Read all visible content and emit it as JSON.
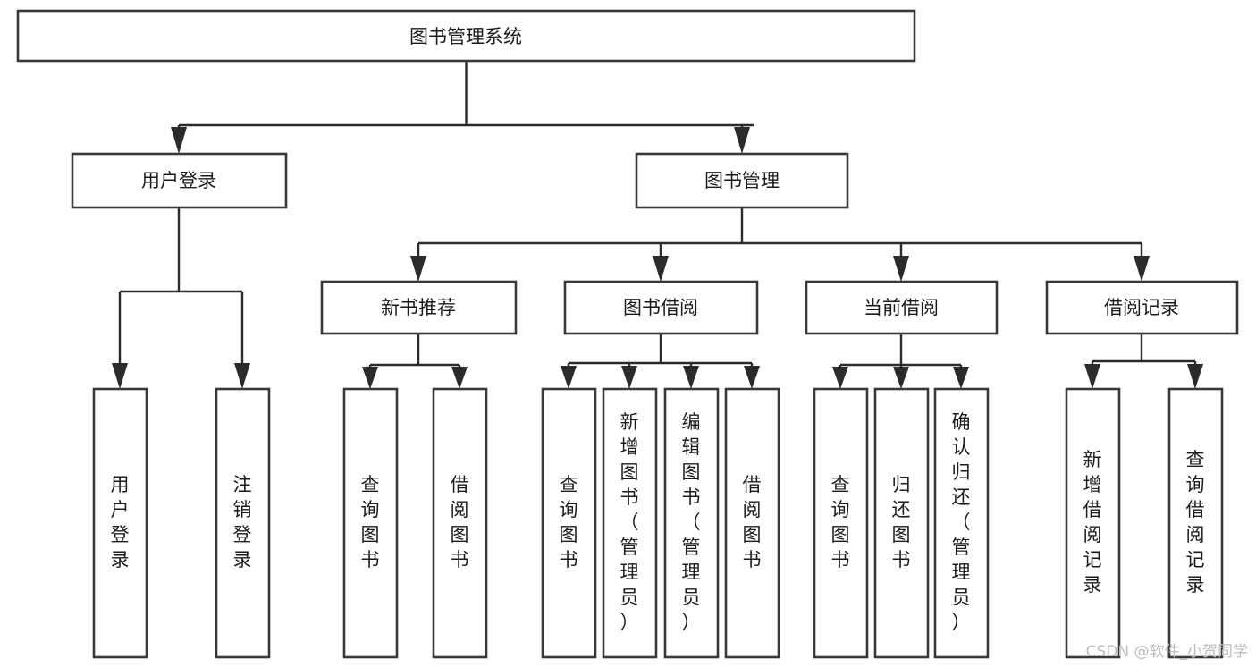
{
  "diagram": {
    "type": "tree",
    "title": "图书管理系统",
    "orientation": "top-down",
    "colors": {
      "background": "#ffffff",
      "box_fill": "#ffffff",
      "box_stroke": "#393939",
      "connector": "#2b2b2b",
      "text": "#1b1b1b",
      "watermark": "#bdbdbd"
    },
    "root": {
      "label": "图书管理系统"
    },
    "level2": [
      {
        "label": "用户登录"
      },
      {
        "label": "图书管理"
      }
    ],
    "level3": [
      {
        "label": "新书推荐"
      },
      {
        "label": "图书借阅"
      },
      {
        "label": "当前借阅"
      },
      {
        "label": "借阅记录"
      }
    ],
    "leaves": {
      "user_login": [
        {
          "label": "用户登录"
        },
        {
          "label": "注销登录"
        }
      ],
      "new_book_recommend": [
        {
          "label": "查询图书"
        },
        {
          "label": "借阅图书"
        }
      ],
      "book_borrow": [
        {
          "label": "查询图书"
        },
        {
          "label": "新增图书（管理员）"
        },
        {
          "label": "编辑图书（管理员）"
        },
        {
          "label": "借阅图书"
        }
      ],
      "current_borrow": [
        {
          "label": "查询图书"
        },
        {
          "label": "归还图书"
        },
        {
          "label": "确认归还（管理员）"
        }
      ],
      "borrow_records": [
        {
          "label": "新增借阅记录"
        },
        {
          "label": "查询借阅记录"
        }
      ]
    }
  },
  "watermark": {
    "text": "CSDN @软件_小贺同学"
  }
}
